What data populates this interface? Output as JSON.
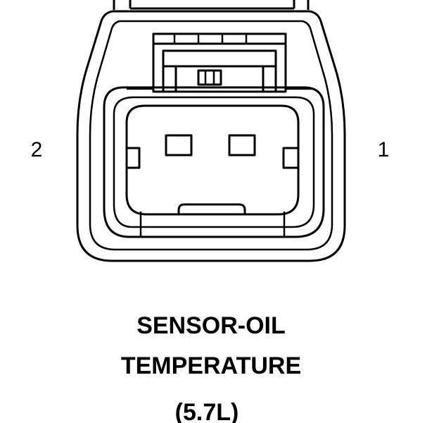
{
  "connector": {
    "pin_left": "2",
    "pin_right": "1"
  },
  "caption": {
    "line1": "SENSOR-OIL",
    "line2": "TEMPERATURE",
    "line3": "(5.7L)"
  }
}
